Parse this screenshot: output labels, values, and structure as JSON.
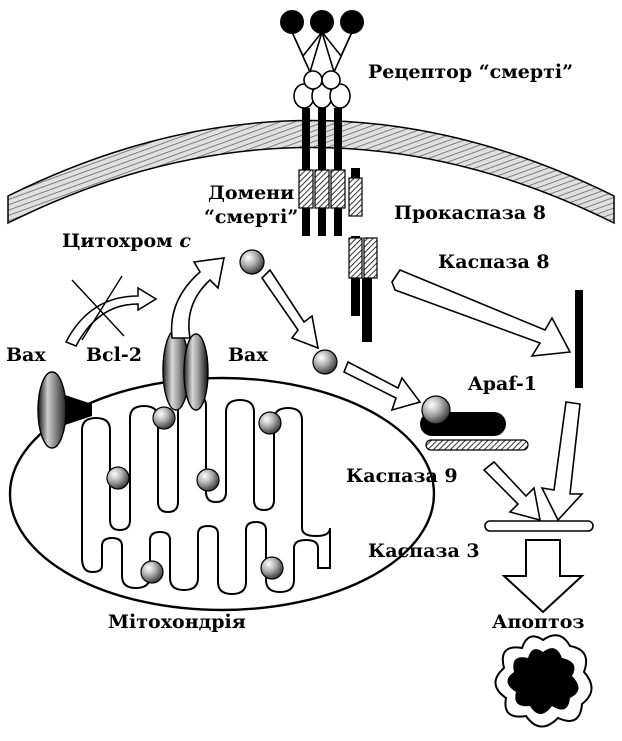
{
  "labels": {
    "death_receptor": "Рецептор “смерті”",
    "death_domains_line1": "Домени",
    "death_domains_line2": "“смерті”",
    "procaspase8": "Прокаспаза 8",
    "cytochrome_c_prefix": "Цитохром ",
    "cytochrome_c_italic": "c",
    "caspase8": "Каспаза 8",
    "bax_left": "Bax",
    "bcl2": "Bcl-2",
    "bax_right": "Bax",
    "apaf1": "Apaf-1",
    "caspase9": "Каспаза 9",
    "caspase3": "Каспаза 3",
    "mitochondrion": "Мітохондрія",
    "apoptosis": "Апоптоз"
  },
  "colors": {
    "ink": "#000000",
    "membrane_fill": "#d4d4d4",
    "sphere_light": "#ffffff",
    "sphere_dark": "#3a3a3a"
  }
}
